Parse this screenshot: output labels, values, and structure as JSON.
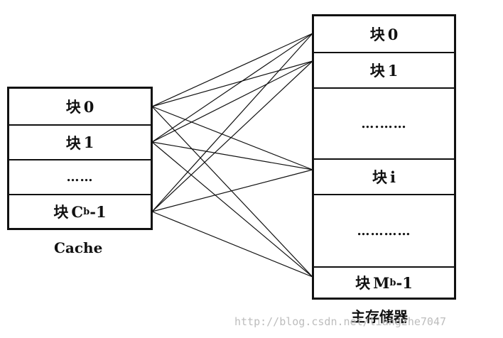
{
  "cache": {
    "caption": "Cache",
    "blocks": [
      {
        "prefix": "块",
        "index": "0",
        "sub": "",
        "suffix": ""
      },
      {
        "prefix": "块",
        "index": "1",
        "sub": "",
        "suffix": ""
      },
      {
        "prefix": "",
        "index": "……",
        "sub": "",
        "suffix": ""
      },
      {
        "prefix": "块",
        "index": "C",
        "sub": "b",
        "suffix": "-1"
      }
    ]
  },
  "memory": {
    "caption": "主存储器",
    "blocks": [
      {
        "prefix": "块",
        "index": "0",
        "sub": "",
        "suffix": ""
      },
      {
        "prefix": "块",
        "index": "1",
        "sub": "",
        "suffix": ""
      },
      {
        "prefix": "",
        "index": "….……",
        "sub": "",
        "suffix": ""
      },
      {
        "prefix": "块",
        "index": "i",
        "sub": "",
        "suffix": ""
      },
      {
        "prefix": "",
        "index": "…………",
        "sub": "",
        "suffix": ""
      },
      {
        "prefix": "块",
        "index": "M",
        "sub": "b",
        "suffix": "-1"
      }
    ]
  },
  "watermark": "http://blog.csdn.net/liangzhe7047",
  "colors": {
    "line": "#111111",
    "watermark": "#bdbdbd"
  }
}
